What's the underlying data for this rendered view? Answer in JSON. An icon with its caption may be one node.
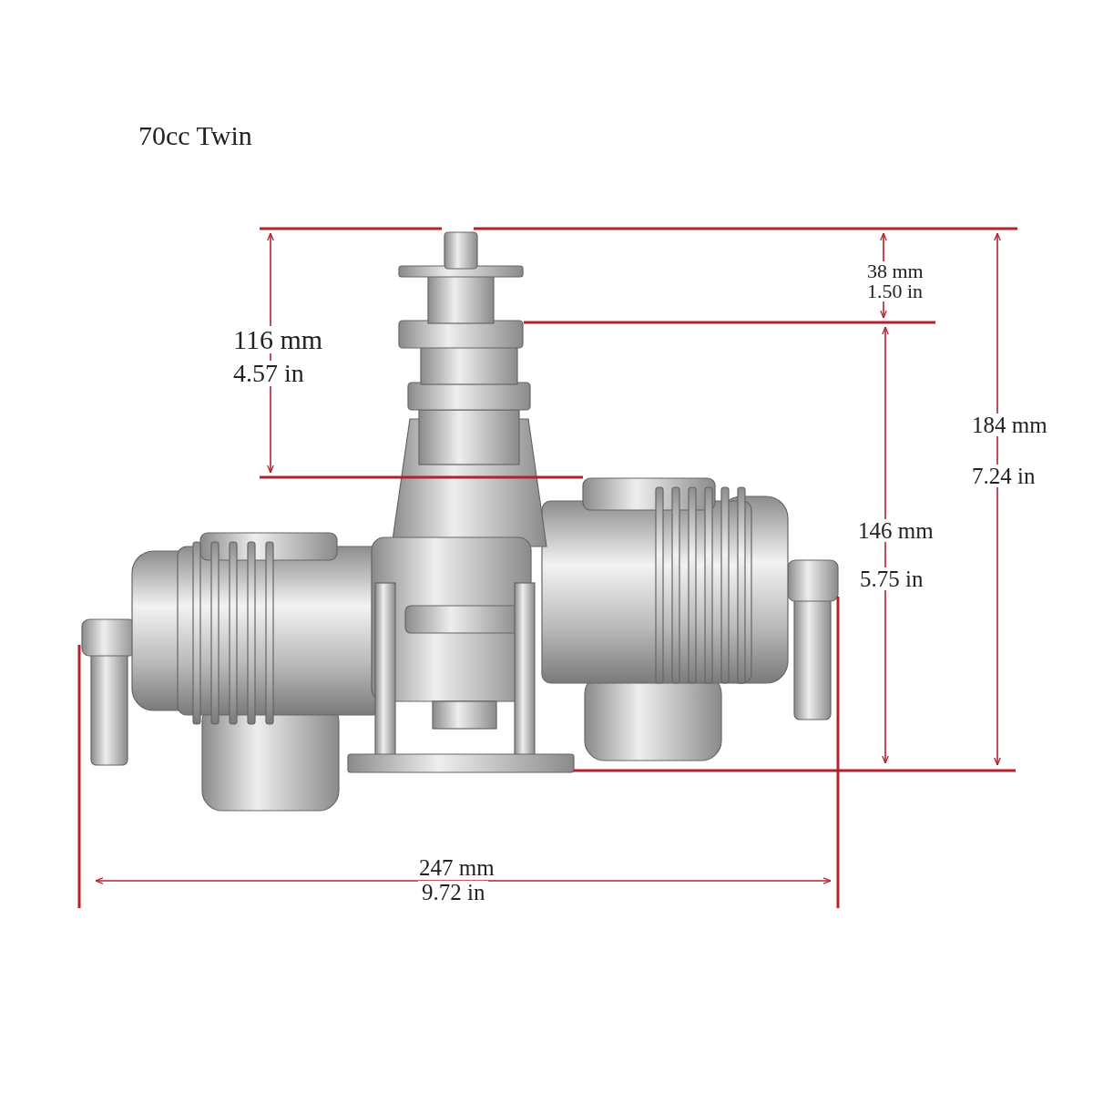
{
  "diagram": {
    "title": "70cc Twin",
    "labels": [
      "116 mm",
      "4.57 in",
      "38 mm",
      "1.50 in",
      "184 mm",
      "7.24 in",
      "146 mm",
      "5.75 in",
      "247 mm",
      "9.72 in"
    ]
  }
}
